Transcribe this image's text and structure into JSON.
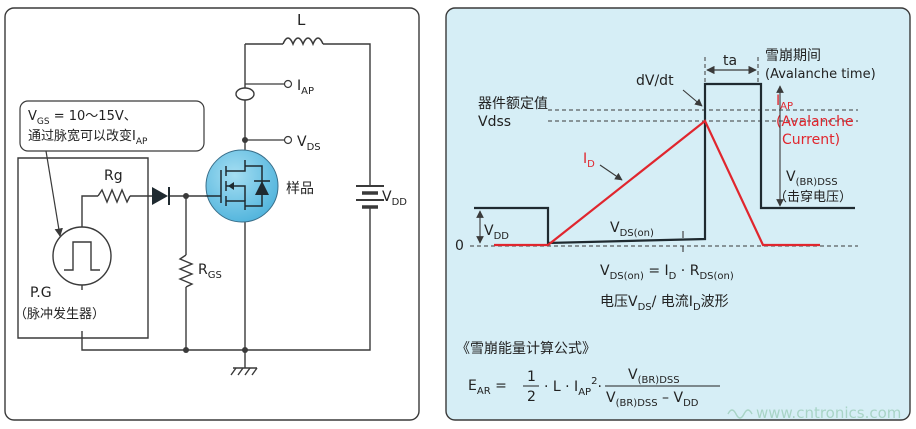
{
  "colors": {
    "panel_bg": "#d6eef6",
    "panel_border": "#3a3a3a",
    "wire": "#3a3a3a",
    "current_red": "#e0262e",
    "mosfet_fill": "#72c7e8",
    "watermark": "#a8d4c6"
  },
  "left_panel": {
    "inductor_label": "L",
    "iap_label": "I",
    "iap_sub": "AP",
    "vds_label": "V",
    "vds_sub": "DS",
    "vdd_label": "V",
    "vdd_sub": "DD",
    "sample_label": "样品",
    "rg_label": "Rg",
    "rgs_label": "R",
    "rgs_sub": "GS",
    "pg_label": "P.G",
    "pg_desc": "（脉冲发生器）",
    "callout_line1_a": "V",
    "callout_line1_sub": "GS",
    "callout_line1_b": " = 10～15V、",
    "callout_line2_a": "通过脉宽可以改变I",
    "callout_line2_sub": "AP"
  },
  "right_panel": {
    "ta_label": "ta",
    "avalanche_period_cn": "雪崩期间",
    "avalanche_period_en": "(Avalanche time)",
    "dvdt_label": "dV/dt",
    "rated_cn": "器件额定值",
    "rated_vdss": "Vdss",
    "iap_label": "I",
    "iap_sub": "AP",
    "avalanche_current_1": "(Avalanche",
    "avalanche_current_2": "Current)",
    "id_label": "I",
    "id_sub": "D",
    "vbr_label": "V",
    "vbr_sub": "(BR)DSS",
    "breakdown_cn": "（击穿电压）",
    "vdd_label": "V",
    "vdd_sub": "DD",
    "zero_label": "0",
    "vdson_label": "V",
    "vdson_sub": "DS(on)",
    "eq_lhs": "V",
    "eq_lhs_sub": "DS(on)",
    "eq_mid": " = I",
    "eq_mid_sub": "D",
    "eq_dot": " · R",
    "eq_dot_sub": "DS(on)",
    "waveform_a": "电压V",
    "waveform_sub1": "DS",
    "waveform_b": "/ 电流I",
    "waveform_sub2": "D",
    "waveform_c": "波形",
    "formula_title": "《雪崩能量计算公式》",
    "ear_label": "E",
    "ear_sub": "AR",
    "eq_sign": " =",
    "half_num": "1",
    "half_den": "2",
    "formula_mid": "· L · I",
    "formula_mid_sub": "AP",
    "formula_sq": "2",
    "formula_dot2": "·",
    "frac_num": "V",
    "frac_num_sub": "(BR)DSS",
    "frac_den_a": "V",
    "frac_den_sub1": "(BR)DSS",
    "frac_den_b": " – V",
    "frac_den_sub2": "DD",
    "watermark": "www.cntronics.com"
  }
}
